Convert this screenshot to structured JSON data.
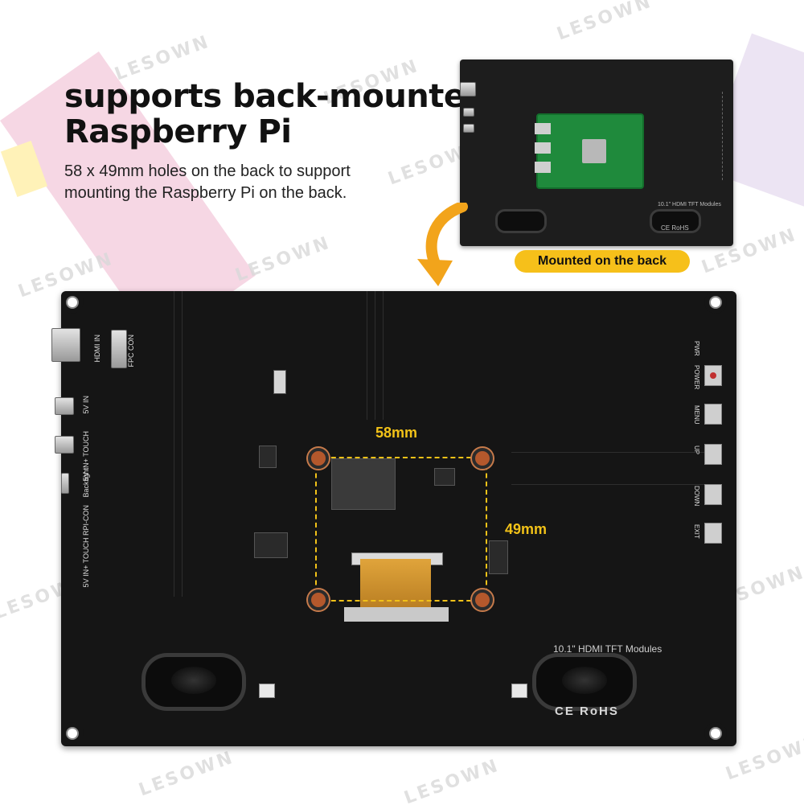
{
  "watermark": "LESOWN",
  "headline": {
    "line1": "supports back-mounted",
    "line2": "Raspberry Pi"
  },
  "description": "58 x 49mm holes on the back to support mounting the Raspberry Pi on the back.",
  "badge": "Mounted on the back",
  "dimensions": {
    "width_label": "58mm",
    "height_label": "49mm"
  },
  "left_port_labels": [
    "HDMI IN",
    "FPC CON",
    "5V IN",
    "5V IN+ TOUCH",
    "Backlight",
    "5V IN+ TOUCH RPI-CON"
  ],
  "right_button_labels": [
    "PWR",
    "POWER",
    "MENU",
    "UP",
    "DOWN",
    "EXIT"
  ],
  "module_label": "10.1\" HDMI TFT Modules",
  "marks": "CE RoHS",
  "colors": {
    "accent": "#f2c218",
    "board": "#151515"
  }
}
